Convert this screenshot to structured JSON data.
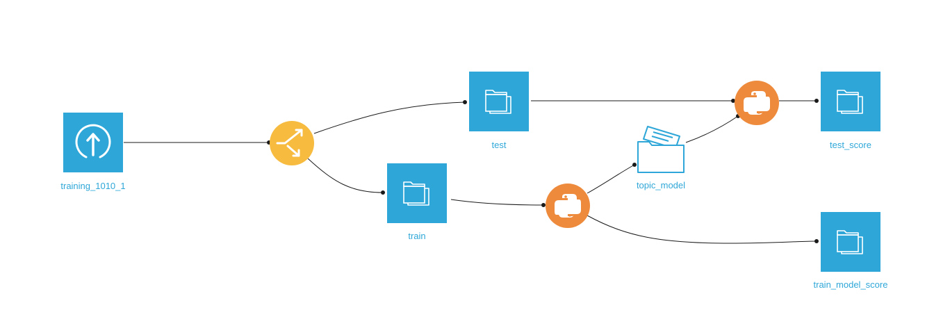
{
  "colors": {
    "dataset": "#2ea7d8",
    "recipe_split": "#f6bb3f",
    "recipe_python": "#ee8a3c",
    "model_folder": "#2ea7d8",
    "label": "#2ea7d8",
    "edge": "#1a1a1a"
  },
  "nodes": {
    "training_1010_1": {
      "label": "training_1010_1",
      "kind": "dataset",
      "icon": "upload-icon"
    },
    "split_recipe": {
      "label": "",
      "kind": "recipe",
      "icon": "split-icon"
    },
    "test": {
      "label": "test",
      "kind": "dataset",
      "icon": "folder-icon"
    },
    "train": {
      "label": "train",
      "kind": "dataset",
      "icon": "folder-icon"
    },
    "python_recipe_1": {
      "label": "",
      "kind": "recipe",
      "icon": "python-icon"
    },
    "topic_model": {
      "label": "topic_model",
      "kind": "managed-folder",
      "icon": "open-folder-icon"
    },
    "python_recipe_2": {
      "label": "",
      "kind": "recipe",
      "icon": "python-icon"
    },
    "test_score": {
      "label": "test_score",
      "kind": "dataset",
      "icon": "folder-icon"
    },
    "train_model_score": {
      "label": "train_model_score",
      "kind": "dataset",
      "icon": "folder-icon"
    }
  },
  "edges": [
    {
      "from": "training_1010_1",
      "to": "split_recipe"
    },
    {
      "from": "split_recipe",
      "to": "test"
    },
    {
      "from": "split_recipe",
      "to": "train"
    },
    {
      "from": "train",
      "to": "python_recipe_1"
    },
    {
      "from": "python_recipe_1",
      "to": "topic_model"
    },
    {
      "from": "python_recipe_1",
      "to": "train_model_score"
    },
    {
      "from": "test",
      "to": "python_recipe_2"
    },
    {
      "from": "topic_model",
      "to": "python_recipe_2"
    },
    {
      "from": "python_recipe_2",
      "to": "test_score"
    }
  ]
}
